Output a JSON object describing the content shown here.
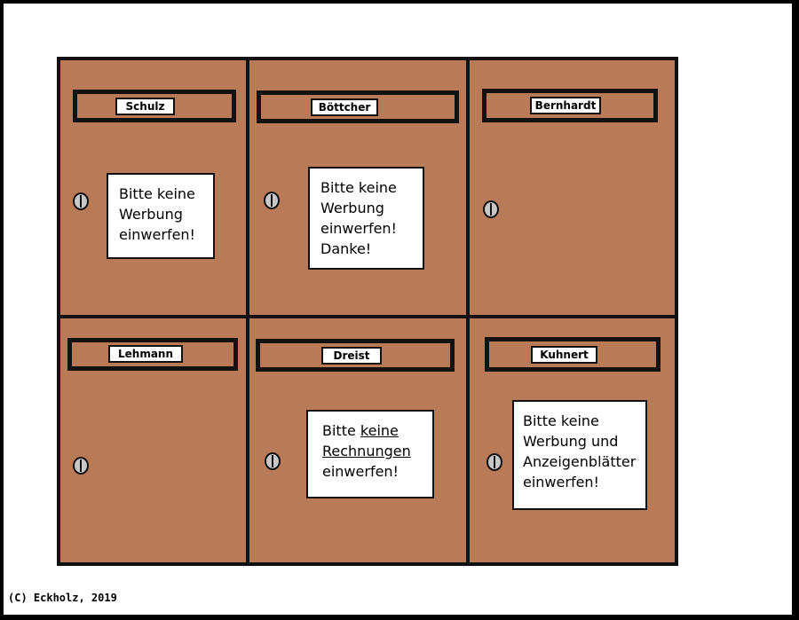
{
  "mailboxes": [
    {
      "name": "Schulz",
      "note": [
        "Bitte keine",
        "Werbung",
        "einwerfen!"
      ]
    },
    {
      "name": "Böttcher",
      "note": [
        "Bitte keine",
        "Werbung",
        "einwerfen!",
        "Danke!"
      ]
    },
    {
      "name": "Bernhardt",
      "note": []
    },
    {
      "name": "Lehmann",
      "note": []
    },
    {
      "name": "Dreist",
      "note_parts": {
        "a": "Bitte ",
        "b": "keine",
        "c": "Rechnungen",
        "d": "einwerfen!"
      }
    },
    {
      "name": "Kuhnert",
      "note": [
        "Bitte keine",
        "Werbung und",
        "Anzeigenblätter",
        "einwerfen!"
      ]
    }
  ],
  "copyright": "(C) Eckholz, 2019"
}
